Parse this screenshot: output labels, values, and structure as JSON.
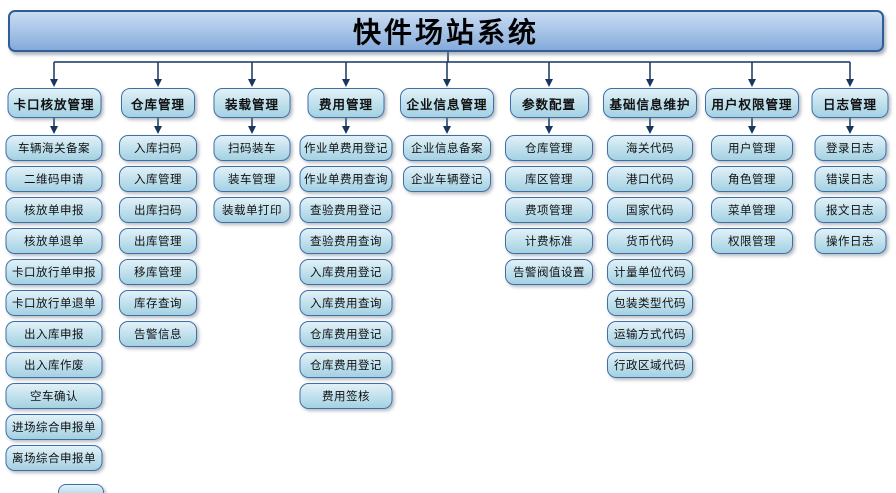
{
  "title": "快件场站系统",
  "columns": [
    {
      "label": "卡口核放管理",
      "items": [
        "车辆海关备案",
        "二维码申请",
        "核放单申报",
        "核放单退单",
        "卡口放行单申报",
        "卡口放行单退单",
        "出入库申报",
        "出入库作废",
        "空车确认",
        "进场综合申报单",
        "离场综合申报单"
      ]
    },
    {
      "label": "仓库管理",
      "items": [
        "入库扫码",
        "入库管理",
        "出库扫码",
        "出库管理",
        "移库管理",
        "库存查询",
        "告警信息"
      ]
    },
    {
      "label": "装载管理",
      "items": [
        "扫码装车",
        "装车管理",
        "装载单打印"
      ]
    },
    {
      "label": "费用管理",
      "items": [
        "作业单费用登记",
        "作业单费用查询",
        "查验费用登记",
        "查验费用查询",
        "入库费用登记",
        "入库费用查询",
        "仓库费用登记",
        "仓库费用登记",
        "费用签核"
      ]
    },
    {
      "label": "企业信息管理",
      "items": [
        "企业信息备案",
        "企业车辆登记"
      ]
    },
    {
      "label": "参数配置",
      "items": [
        "仓库管理",
        "库区管理",
        "费项管理",
        "计费标准",
        "告警阀值设置"
      ]
    },
    {
      "label": "基础信息维护",
      "items": [
        "海关代码",
        "港口代码",
        "国家代码",
        "货币代码",
        "计量单位代码",
        "包装类型代码",
        "运输方式代码",
        "行政区域代码"
      ]
    },
    {
      "label": "用户权限管理",
      "items": [
        "用户管理",
        "角色管理",
        "菜单管理",
        "权限管理"
      ]
    },
    {
      "label": "日志管理",
      "items": [
        "登录日志",
        "错误日志",
        "报文日志",
        "操作日志"
      ]
    }
  ],
  "colors": {
    "connector": "#17375e",
    "banner_top": "#cadcf2",
    "banner_bottom": "#84aadb",
    "banner_border": "#2f5d96",
    "node_top": "#e2f1f7",
    "node_bottom": "#a4d1e2",
    "node_border": "#3f6fa8"
  }
}
